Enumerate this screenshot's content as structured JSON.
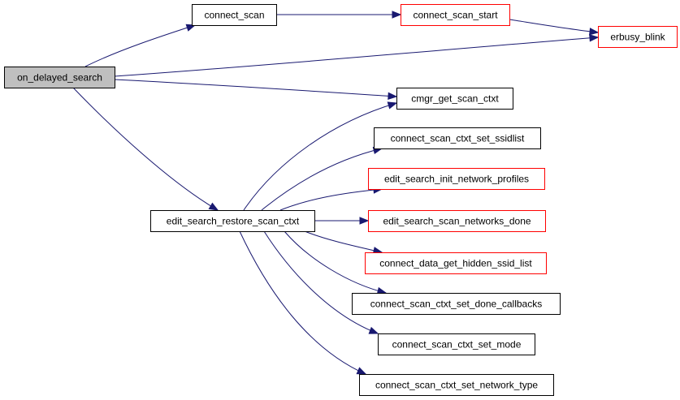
{
  "graph": {
    "nodes": {
      "on_delayed_search": {
        "label": "on_delayed_search",
        "style": "root"
      },
      "connect_scan": {
        "label": "connect_scan",
        "style": "normal"
      },
      "connect_scan_start": {
        "label": "connect_scan_start",
        "style": "red"
      },
      "erbusy_blink": {
        "label": "erbusy_blink",
        "style": "red"
      },
      "cmgr_get_scan_ctxt": {
        "label": "cmgr_get_scan_ctxt",
        "style": "normal"
      },
      "connect_scan_ctxt_set_ssidlist": {
        "label": "connect_scan_ctxt_set_ssidlist",
        "style": "normal"
      },
      "edit_search_init_network_profiles": {
        "label": "edit_search_init_network_profiles",
        "style": "red"
      },
      "edit_search_restore_scan_ctxt": {
        "label": "edit_search_restore_scan_ctxt",
        "style": "normal"
      },
      "edit_search_scan_networks_done": {
        "label": "edit_search_scan_networks_done",
        "style": "red"
      },
      "connect_data_get_hidden_ssid_list": {
        "label": "connect_data_get_hidden_ssid_list",
        "style": "red"
      },
      "connect_scan_ctxt_set_done_callbacks": {
        "label": "connect_scan_ctxt_set_done_callbacks",
        "style": "normal"
      },
      "connect_scan_ctxt_set_mode": {
        "label": "connect_scan_ctxt_set_mode",
        "style": "normal"
      },
      "connect_scan_ctxt_set_network_type": {
        "label": "connect_scan_ctxt_set_network_type",
        "style": "normal"
      }
    },
    "edges": [
      {
        "from": "on_delayed_search",
        "to": "connect_scan"
      },
      {
        "from": "connect_scan",
        "to": "connect_scan_start"
      },
      {
        "from": "connect_scan_start",
        "to": "erbusy_blink"
      },
      {
        "from": "on_delayed_search",
        "to": "erbusy_blink"
      },
      {
        "from": "on_delayed_search",
        "to": "cmgr_get_scan_ctxt"
      },
      {
        "from": "on_delayed_search",
        "to": "edit_search_restore_scan_ctxt"
      },
      {
        "from": "edit_search_restore_scan_ctxt",
        "to": "cmgr_get_scan_ctxt"
      },
      {
        "from": "edit_search_restore_scan_ctxt",
        "to": "connect_scan_ctxt_set_ssidlist"
      },
      {
        "from": "edit_search_restore_scan_ctxt",
        "to": "edit_search_init_network_profiles"
      },
      {
        "from": "edit_search_restore_scan_ctxt",
        "to": "edit_search_scan_networks_done"
      },
      {
        "from": "edit_search_restore_scan_ctxt",
        "to": "connect_data_get_hidden_ssid_list"
      },
      {
        "from": "edit_search_restore_scan_ctxt",
        "to": "connect_scan_ctxt_set_done_callbacks"
      },
      {
        "from": "edit_search_restore_scan_ctxt",
        "to": "connect_scan_ctxt_set_mode"
      },
      {
        "from": "edit_search_restore_scan_ctxt",
        "to": "connect_scan_ctxt_set_network_type"
      }
    ]
  },
  "colors": {
    "edge": "#191970",
    "border_normal": "#000000",
    "border_red": "#ff0000",
    "root_fill": "#bfbfbf",
    "fill": "#ffffff"
  }
}
